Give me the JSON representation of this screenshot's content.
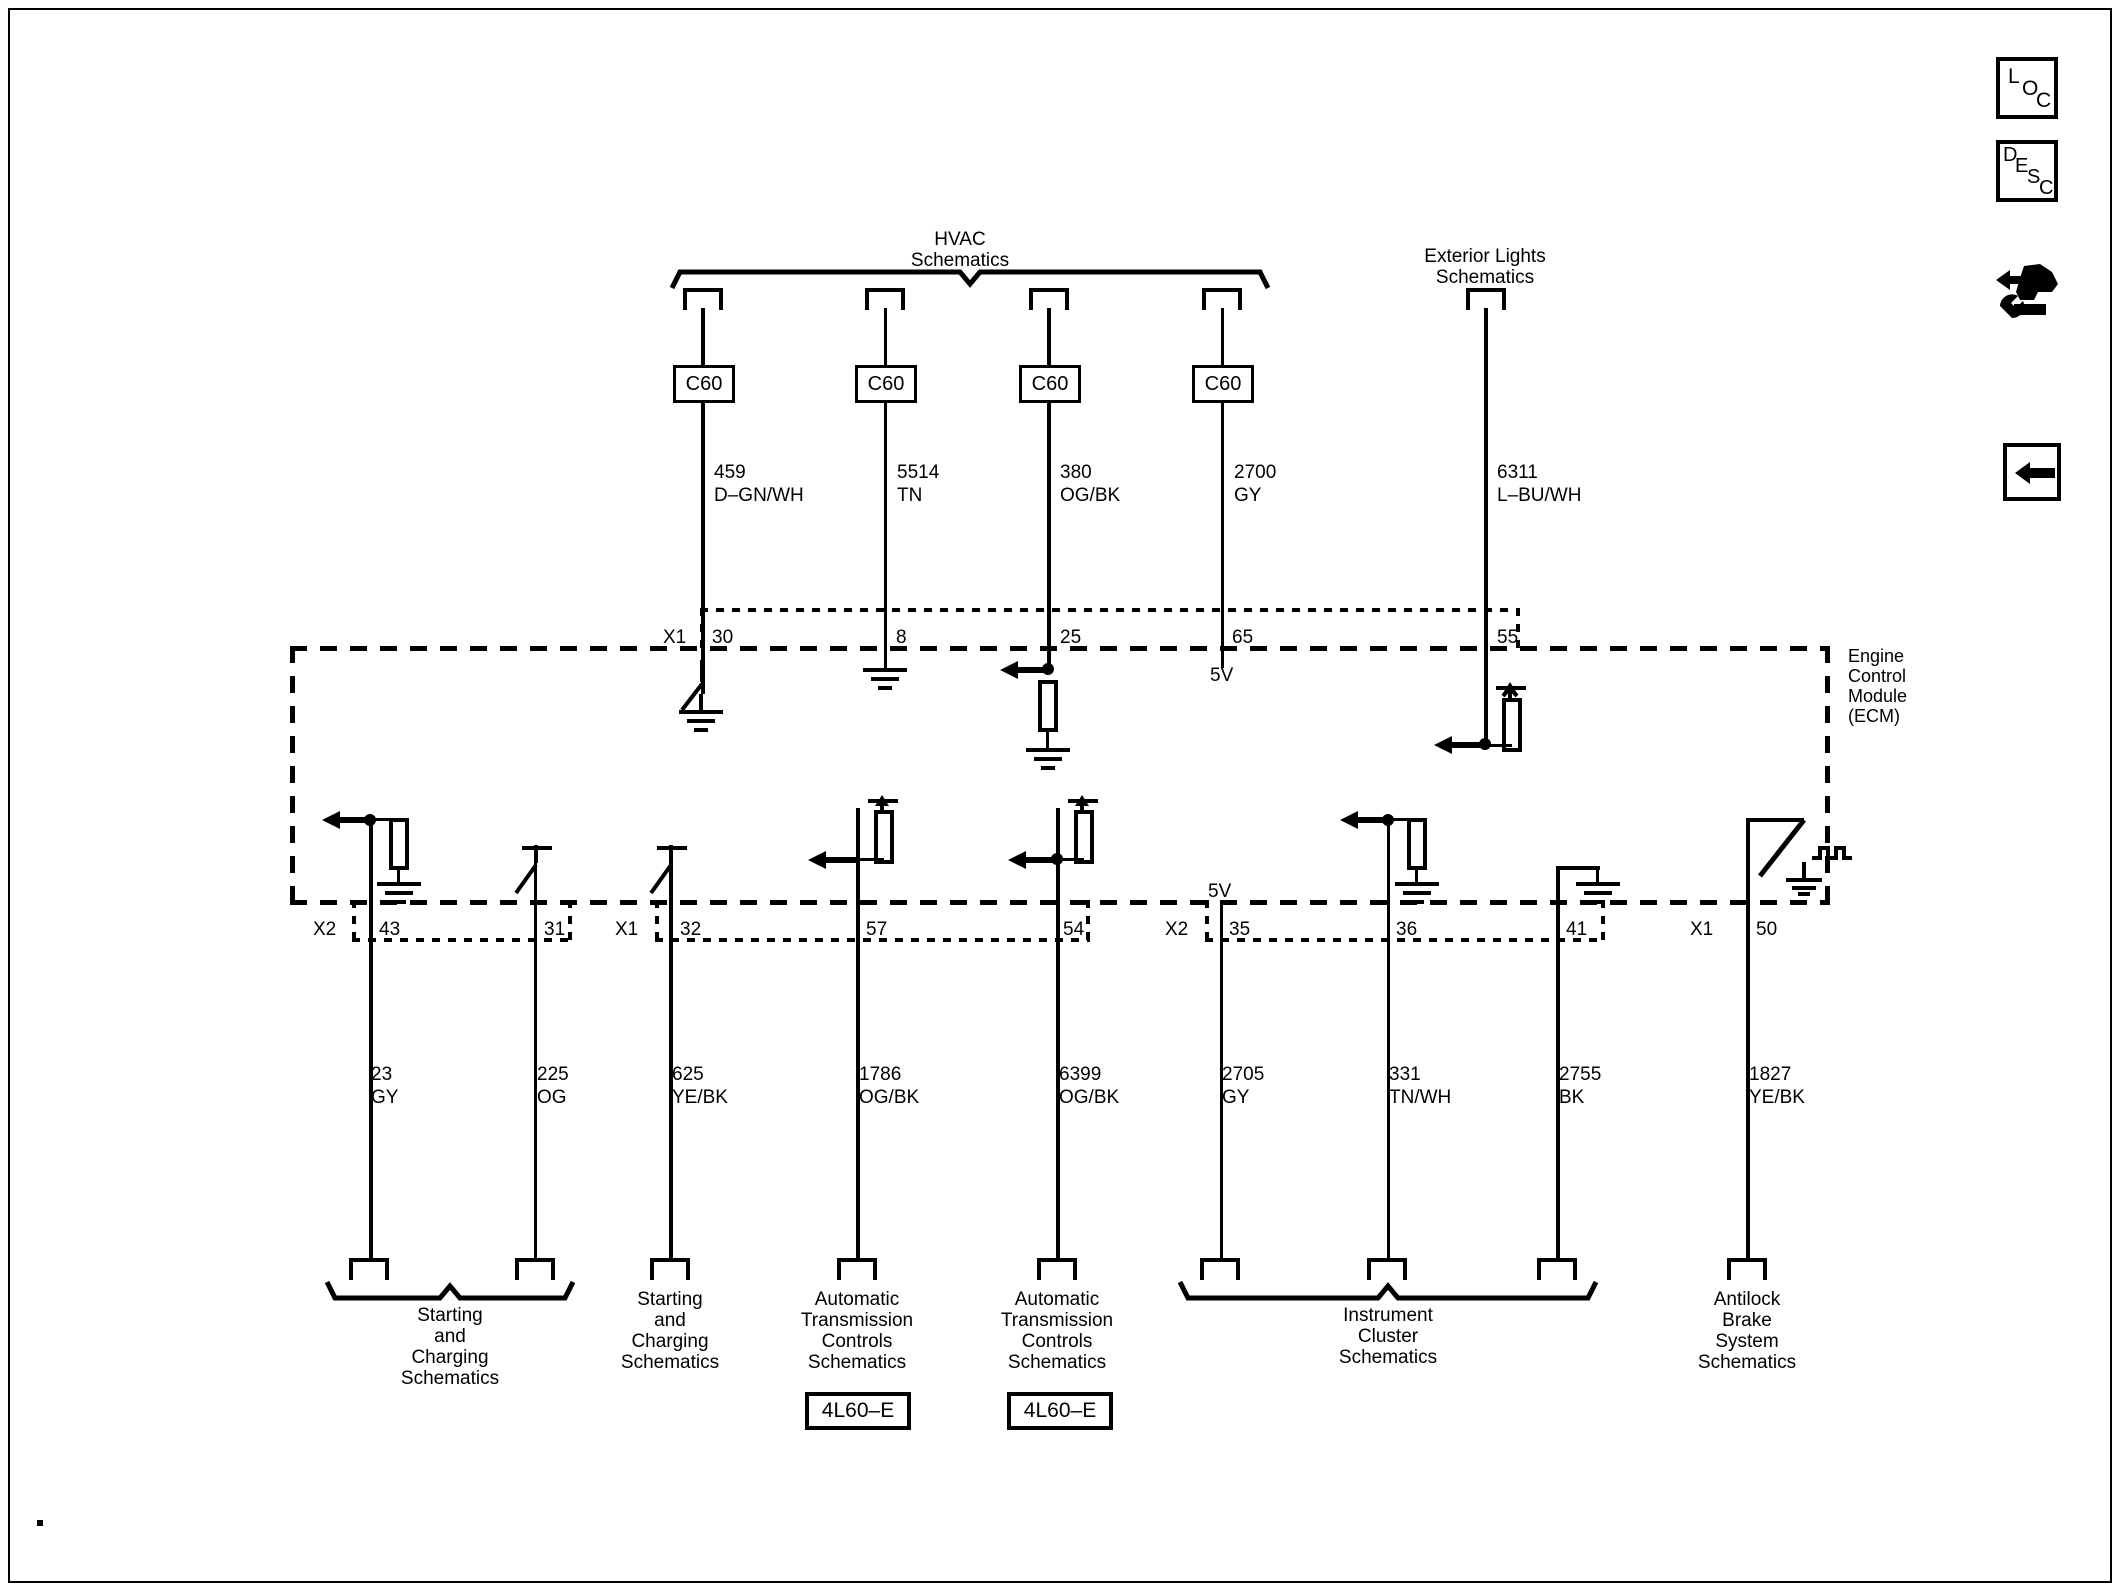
{
  "toolbar": {
    "buttons": [
      {
        "name": "loc-button",
        "label": "LOC",
        "letters": [
          "L",
          "O",
          "C"
        ]
      },
      {
        "name": "desc-button",
        "label": "DESC",
        "letters": [
          "D",
          "E",
          "S",
          "C"
        ]
      },
      {
        "name": "troubleshoot-icon",
        "label": "Troubleshooting"
      },
      {
        "name": "back-button",
        "label": "Back"
      }
    ]
  },
  "diagram": {
    "module": {
      "label": "Engine\nControl\nModule\n(ECM)",
      "lines": [
        "Engine",
        "Control",
        "Module",
        "(ECM)"
      ]
    },
    "top_groups": [
      {
        "name": "hvac-group",
        "label_lines": [
          "HVAC",
          "Schematics"
        ]
      },
      {
        "name": "exterior-lights-group",
        "label_lines": [
          "Exterior Lights",
          "Schematics"
        ]
      }
    ],
    "top_circuits": [
      {
        "connector": "C60",
        "circuit": "459",
        "color": "D–GN/WH",
        "pin_block": "X1",
        "pin": "30",
        "device": "switch-to-ground"
      },
      {
        "connector": "C60",
        "circuit": "5514",
        "color": "TN",
        "pin_block": "",
        "pin": "8",
        "device": "ground"
      },
      {
        "connector": "C60",
        "circuit": "380",
        "color": "OG/BK",
        "pin_block": "",
        "pin": "25",
        "device": "input-pulldown"
      },
      {
        "connector": "C60",
        "circuit": "2700",
        "color": "GY",
        "pin_block": "",
        "pin": "65",
        "device": "reference",
        "note": "5V"
      },
      {
        "connector": "",
        "circuit": "6311",
        "color": "L–BU/WH",
        "pin_block": "",
        "pin": "55",
        "device": "output-driver"
      }
    ],
    "bottom_circuits": [
      {
        "pin_block": "X2",
        "pin": "43",
        "circuit": "23",
        "color": "GY",
        "device": "input-pulldown"
      },
      {
        "pin_block": "",
        "pin": "31",
        "circuit": "225",
        "color": "OG",
        "device": "switch"
      },
      {
        "pin_block": "X1",
        "pin": "32",
        "circuit": "625",
        "color": "YE/BK",
        "device": "switch"
      },
      {
        "pin_block": "",
        "pin": "57",
        "circuit": "1786",
        "color": "OG/BK",
        "device": "input-pullup"
      },
      {
        "pin_block": "",
        "pin": "54",
        "circuit": "6399",
        "color": "OG/BK",
        "device": "input-pullup"
      },
      {
        "pin_block": "X2",
        "pin": "35",
        "circuit": "2705",
        "color": "GY",
        "device": "reference",
        "note": "5V"
      },
      {
        "pin_block": "",
        "pin": "36",
        "circuit": "331",
        "color": "TN/WH",
        "device": "input-pulldown"
      },
      {
        "pin_block": "",
        "pin": "41",
        "circuit": "2755",
        "color": "BK",
        "device": "ground"
      },
      {
        "pin_block": "X1",
        "pin": "50",
        "circuit": "1827",
        "color": "YE/BK",
        "device": "switch-signal"
      }
    ],
    "bottom_groups": [
      {
        "name": "starting-charging-group-1",
        "label_lines": [
          "Starting",
          "and",
          "Charging",
          "Schematics"
        ],
        "bracket": true
      },
      {
        "name": "starting-charging-group-2",
        "label_lines": [
          "Starting",
          "and",
          "Charging",
          "Schematics"
        ],
        "bracket": false
      },
      {
        "name": "auto-trans-group-1",
        "label_lines": [
          "Automatic",
          "Transmission",
          "Controls",
          "Schematics"
        ],
        "bracket": false
      },
      {
        "name": "auto-trans-group-2",
        "label_lines": [
          "Automatic",
          "Transmission",
          "Controls",
          "Schematics"
        ],
        "bracket": false
      },
      {
        "name": "instrument-cluster-group",
        "label_lines": [
          "Instrument",
          "Cluster",
          "Schematics"
        ],
        "bracket": true
      },
      {
        "name": "abs-group",
        "label_lines": [
          "Antilock",
          "Brake",
          "System",
          "Schematics"
        ],
        "bracket": false
      }
    ],
    "tags": [
      {
        "name": "tag-4l60e-1",
        "label": "4L60–E"
      },
      {
        "name": "tag-4l60e-2",
        "label": "4L60–E"
      }
    ],
    "voltage_notes": [
      {
        "name": "voltage-note-65",
        "label": "5V"
      },
      {
        "name": "voltage-note-35",
        "label": "5V"
      }
    ]
  },
  "colors": {
    "ink": "#000000",
    "paper": "#ffffff"
  }
}
